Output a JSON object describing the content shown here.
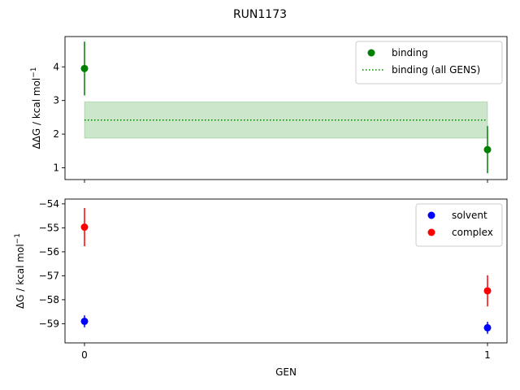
{
  "chart_data": {
    "title": "RUN1173",
    "xlabel": "GEN",
    "x_ticks": [
      "0",
      "1"
    ],
    "panels": [
      {
        "type": "scatter",
        "ylabel_main": "ΔΔG / kcal mol",
        "ylabel_sup": "−1",
        "ylim": [
          0.65,
          4.9
        ],
        "yticks": [
          1,
          2,
          3,
          4
        ],
        "legend_position": "upper-right",
        "series": [
          {
            "name": "binding",
            "color": "#008000",
            "kind": "points",
            "points": [
              {
                "x": 0,
                "y": 3.95,
                "err": 0.8
              },
              {
                "x": 1,
                "y": 1.54,
                "err": 0.7
              }
            ]
          },
          {
            "name": "binding (all GENS)",
            "color": "#008000",
            "kind": "dotted-line-band",
            "value": 2.42,
            "band": [
              1.88,
              2.96
            ]
          }
        ]
      },
      {
        "type": "scatter",
        "ylabel_main": "ΔG / kcal mol",
        "ylabel_sup": "−1",
        "ylim": [
          -59.8,
          -53.8
        ],
        "yticks": [
          -54,
          -55,
          -56,
          -57,
          -58,
          -59
        ],
        "legend_position": "upper-right",
        "series": [
          {
            "name": "solvent",
            "color": "#0000ff",
            "kind": "points",
            "points": [
              {
                "x": 0,
                "y": -58.9,
                "err": 0.25
              },
              {
                "x": 1,
                "y": -59.17,
                "err": 0.25
              }
            ]
          },
          {
            "name": "complex",
            "color": "#ff0000",
            "kind": "points",
            "points": [
              {
                "x": 0,
                "y": -54.97,
                "err": 0.8
              },
              {
                "x": 1,
                "y": -57.63,
                "err": 0.65
              }
            ]
          }
        ]
      }
    ]
  }
}
